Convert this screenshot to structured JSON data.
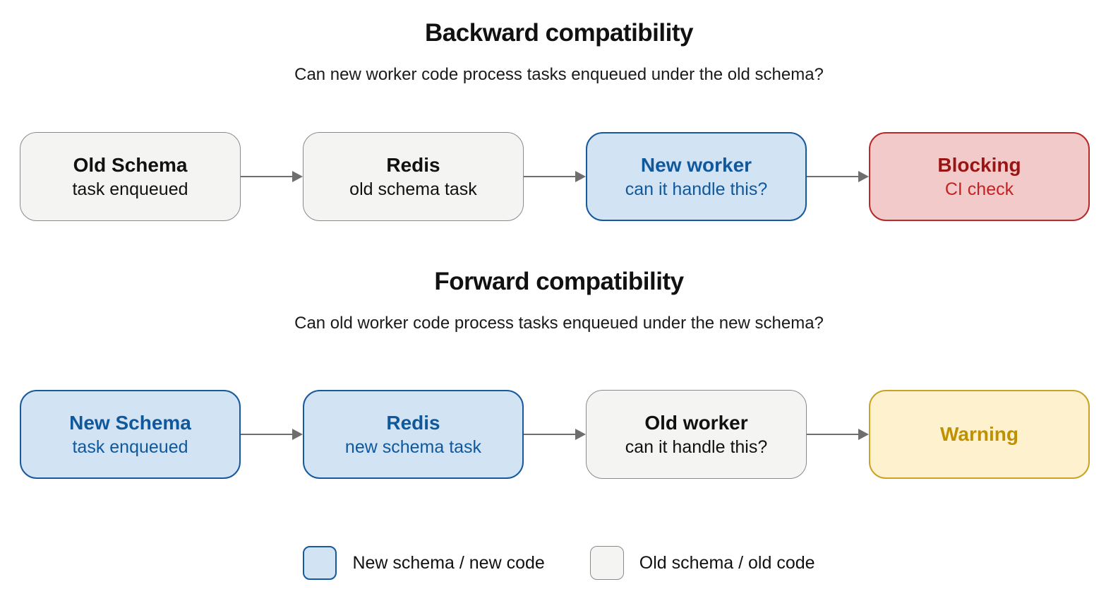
{
  "sections": [
    {
      "id": "backward",
      "title": "Backward compatibility",
      "subtitle": "Can new worker code process tasks enqueued under the old schema?",
      "nodes": [
        {
          "title": "Old Schema",
          "subtitle": "task enqueued",
          "variant": "old-schema-old-code"
        },
        {
          "title": "Redis",
          "subtitle": "old schema task",
          "variant": "old-schema-old-code"
        },
        {
          "title": "New worker",
          "subtitle": "can it handle this?",
          "variant": "new-schema-new-code"
        },
        {
          "title": "Blocking",
          "subtitle": "CI check",
          "variant": "blocking"
        }
      ]
    },
    {
      "id": "forward",
      "title": "Forward compatibility",
      "subtitle": "Can old worker code process tasks enqueued under the new schema?",
      "nodes": [
        {
          "title": "New Schema",
          "subtitle": "task enqueued",
          "variant": "new-schema-new-code"
        },
        {
          "title": "Redis",
          "subtitle": "new schema task",
          "variant": "new-schema-new-code"
        },
        {
          "title": "Old worker",
          "subtitle": "can it handle this?",
          "variant": "old-schema-old-code"
        },
        {
          "title": "Warning",
          "subtitle": "",
          "variant": "warning"
        }
      ]
    }
  ],
  "legend": {
    "items": [
      {
        "label": "New schema / new code",
        "variant": "new-schema-new-code"
      },
      {
        "label": "Old schema / old code",
        "variant": "old-schema-old-code"
      }
    ]
  },
  "colors": {
    "background": "#ffffff",
    "heading_text": "#111111",
    "arrow": "#6e6e6e",
    "new_fill": "#d2e3f3",
    "new_border": "#17599c",
    "new_text": "#10589c",
    "old_fill": "#f4f4f2",
    "old_border": "#8a8a8a",
    "old_text": "#111111",
    "blocking_fill": "#f3caca",
    "blocking_border": "#b52a2a",
    "blocking_title_text": "#9a1414",
    "blocking_subtitle_text": "#c32222",
    "warning_fill": "#fdf2cd",
    "warning_border": "#c9a227",
    "warning_text": "#bf9000"
  }
}
